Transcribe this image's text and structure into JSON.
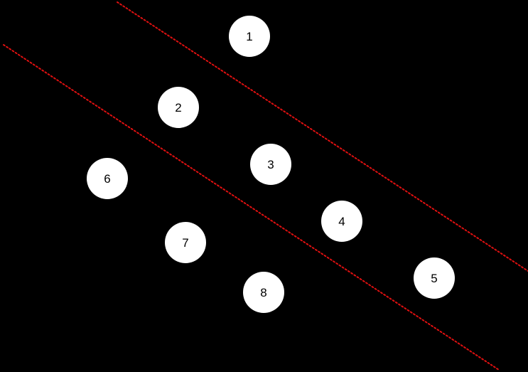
{
  "colors": {
    "background": "#000000",
    "node_fill": "#ffffff",
    "node_text": "#000000",
    "dashed_line": "#e01010"
  },
  "nodes": [
    {
      "label": "1"
    },
    {
      "label": "2"
    },
    {
      "label": "3"
    },
    {
      "label": "4"
    },
    {
      "label": "5"
    },
    {
      "label": "6"
    },
    {
      "label": "7"
    },
    {
      "label": "8"
    }
  ]
}
